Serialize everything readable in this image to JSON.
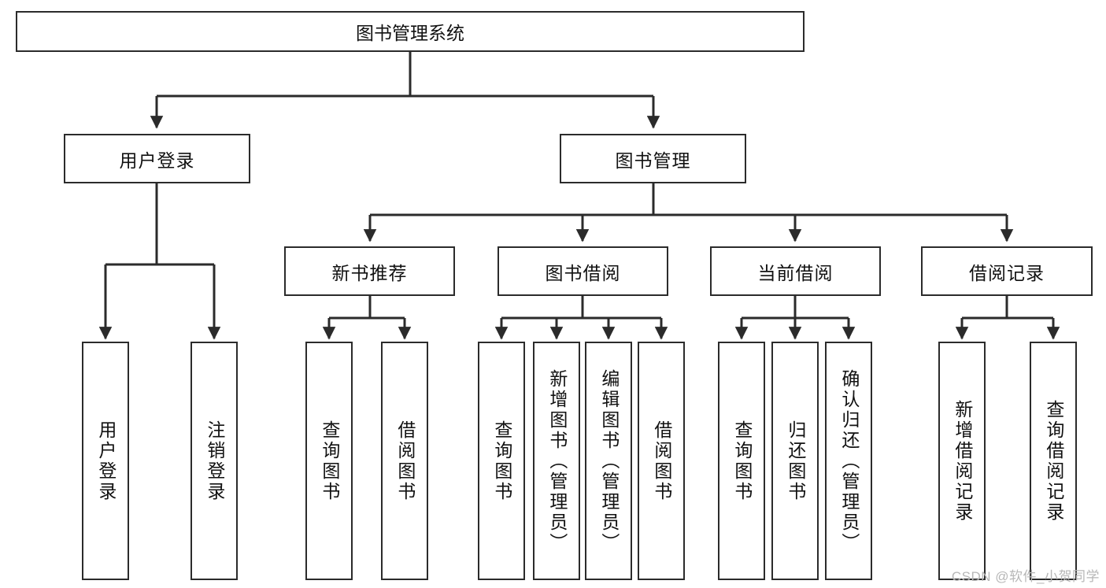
{
  "diagram": {
    "type": "tree",
    "title": "图书管理系统",
    "watermark": "CSDN @软件_小贺同学",
    "colors": {
      "stroke": "#2b2b2b",
      "fill": "#ffffff",
      "text": "#111111",
      "watermark": "#b7b7b7"
    },
    "levels": {
      "root": {
        "label": "图书管理系统"
      },
      "level2": [
        {
          "label": "用户登录"
        },
        {
          "label": "图书管理"
        }
      ],
      "level3": [
        {
          "label": "新书推荐"
        },
        {
          "label": "图书借阅"
        },
        {
          "label": "当前借阅"
        },
        {
          "label": "借阅记录"
        }
      ],
      "leaves_user_login": [
        {
          "label": "用户登录"
        },
        {
          "label": "注销登录"
        }
      ],
      "leaves_new_books": [
        {
          "label": "查询图书"
        },
        {
          "label": "借阅图书"
        }
      ],
      "leaves_book_borrow": [
        {
          "label": "查询图书"
        },
        {
          "label": "新增图书（管理员）"
        },
        {
          "label": "编辑图书（管理员）"
        },
        {
          "label": "借阅图书"
        }
      ],
      "leaves_current_borrow": [
        {
          "label": "查询图书"
        },
        {
          "label": "归还图书"
        },
        {
          "label": "确认归还（管理员）"
        }
      ],
      "leaves_borrow_records": [
        {
          "label": "新增借阅记录"
        },
        {
          "label": "查询借阅记录"
        }
      ]
    }
  }
}
